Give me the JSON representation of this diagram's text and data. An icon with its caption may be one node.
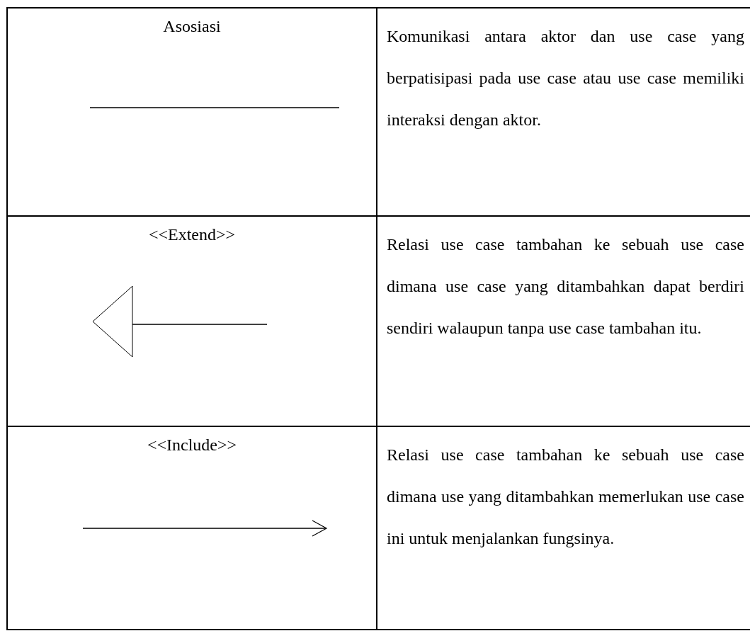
{
  "diagram": {
    "labels": [
      "Asosiasi",
      "Komunikasi antara aktor dan use case yang berpatisipasi pada use case atau use case memiliki interaksi dengan aktor.",
      "<<Extend>>",
      "Relasi use case tambahan ke sebuah use case dimana use case yang ditambahkan dapat berdiri sendiri walaupun tanpa use case tambahan itu.",
      "<<Include>>",
      "Relasi use case tambahan ke sebuah use case dimana use yang ditambahkan memerlukan use case ini untuk menjalankan fungsinya."
    ]
  }
}
